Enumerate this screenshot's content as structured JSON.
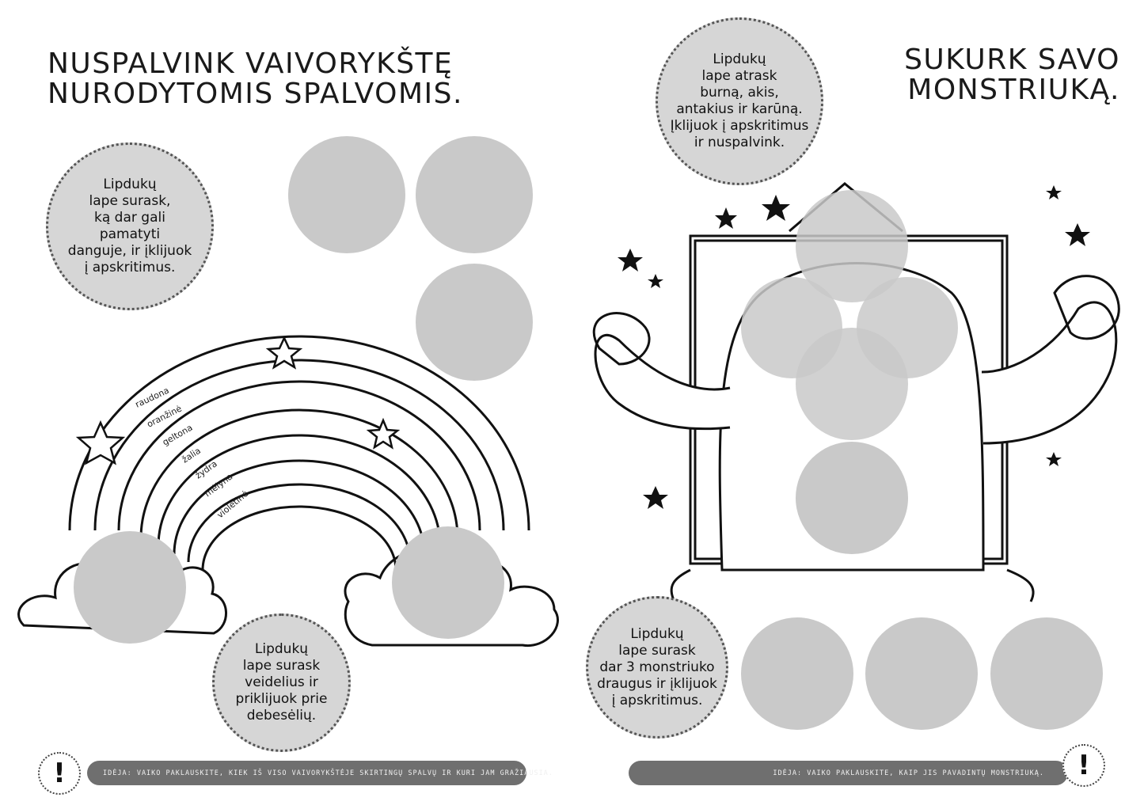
{
  "left_page": {
    "title": "NUSPALVINK VAIVORYKŠTĘ\nNURODYTOMIS SPALVOMIS.",
    "bubble_top": "Lipdukų\nlape surask,\nką dar gali\npamatyti\ndanguje, ir įklijuok\nį apskritimus.",
    "bubble_bottom": "Lipdukų\nlape surask\nveidelius ir\npriklijuok prie\ndebesėlių.",
    "rainbow_labels": [
      "raudona",
      "oranžinė",
      "geltona",
      "žalia",
      "žydra",
      "mėlyna",
      "violetinė"
    ],
    "tip": "IDĖJA: VAIKO PAKLAUSKITE, KIEK IŠ VISO VAIVORYKŠTĖJE SKIRTINGŲ SPALVŲ IR KURI JAM GRAŽIAUSIA.",
    "tip_mark": "!"
  },
  "right_page": {
    "title": "SUKURK SAVO\nMONSTRIUKĄ.",
    "bubble_top": "Lipdukų\nlape atrask\nburną, akis,\nantakius ir karūną.\nĮklijuok į apskritimus\nir nuspalvink.",
    "bubble_bottom": "Lipdukų\nlape surask\ndar 3 monstriuko\ndraugus ir įklijuok\nį apskritimus.",
    "tip": "IDĖJA: VAIKO PAKLAUSKITE, KAIP JIS PAVADINTŲ MONSTRIUKĄ.",
    "tip_mark": "!"
  },
  "colors": {
    "sticker": "#c9c9c9",
    "bubble": "#d6d6d6",
    "tipbar": "#6f6f6f",
    "ink": "#1a1a1a"
  }
}
